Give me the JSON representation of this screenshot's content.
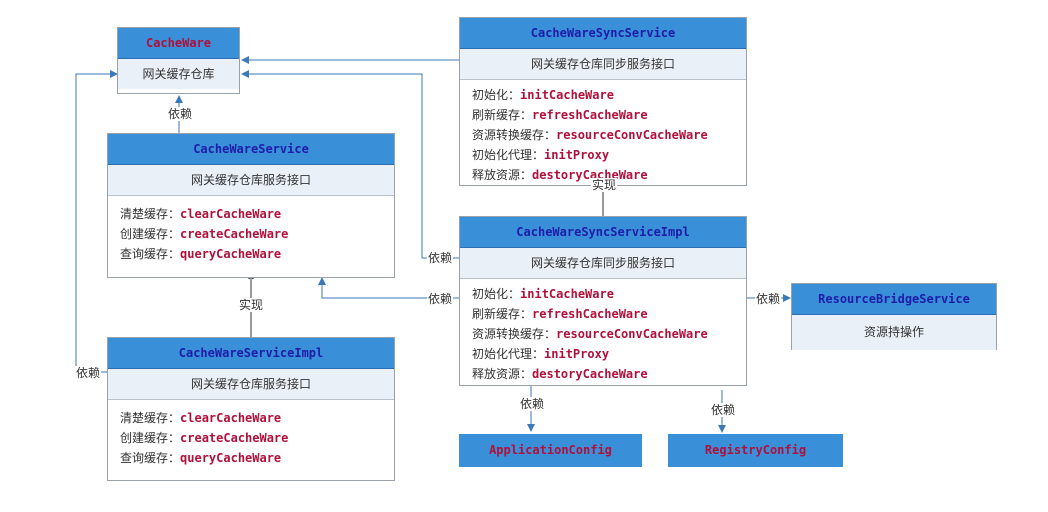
{
  "boxes": {
    "cache_ware": {
      "title": "CacheWare",
      "subtitle": "网关缓存仓库"
    },
    "cache_ware_service": {
      "title": "CacheWareService",
      "subtitle": "网关缓存仓库服务接口",
      "methods": [
        {
          "label": "清楚缓存：",
          "code": "clearCacheWare"
        },
        {
          "label": "创建缓存：",
          "code": "createCacheWare"
        },
        {
          "label": "查询缓存：",
          "code": "queryCacheWare"
        }
      ]
    },
    "cache_ware_service_impl": {
      "title": "CacheWareServiceImpl",
      "subtitle": "网关缓存仓库服务接口",
      "methods": [
        {
          "label": "清楚缓存：",
          "code": "clearCacheWare"
        },
        {
          "label": "创建缓存：",
          "code": "createCacheWare"
        },
        {
          "label": "查询缓存：",
          "code": "queryCacheWare"
        }
      ]
    },
    "cache_ware_sync_service": {
      "title": "CacheWareSyncService",
      "subtitle": "网关缓存仓库同步服务接口",
      "methods": [
        {
          "label": "初始化：",
          "code": "initCacheWare"
        },
        {
          "label": "刷新缓存：",
          "code": "refreshCacheWare"
        },
        {
          "label": "资源转换缓存：",
          "code": "resourceConvCacheWare"
        },
        {
          "label": "初始化代理：",
          "code": "initProxy"
        },
        {
          "label": "释放资源：",
          "code": "destoryCacheWare"
        }
      ]
    },
    "cache_ware_sync_service_impl": {
      "title": "CacheWareSyncServiceImpl",
      "subtitle": "网关缓存仓库同步服务接口",
      "methods": [
        {
          "label": "初始化：",
          "code": "initCacheWare"
        },
        {
          "label": "刷新缓存：",
          "code": "refreshCacheWare"
        },
        {
          "label": "资源转换缓存：",
          "code": "resourceConvCacheWare"
        },
        {
          "label": "初始化代理：",
          "code": "initProxy"
        },
        {
          "label": "释放资源：",
          "code": "destoryCacheWare"
        }
      ]
    },
    "resource_bridge_service": {
      "title": "ResourceBridgeService",
      "subtitle": "资源持操作"
    },
    "application_config": {
      "title": "ApplicationConfig"
    },
    "registry_config": {
      "title": "RegistryConfig"
    }
  },
  "labels": {
    "depends": "依赖",
    "implements": "实现"
  },
  "colors": {
    "header_blue": "#3a8fd9",
    "subtitle_bg": "#eaf0f8",
    "method_code": "#b0103a",
    "title_text": "#1d1da8",
    "connector": "#3b7ab8"
  }
}
